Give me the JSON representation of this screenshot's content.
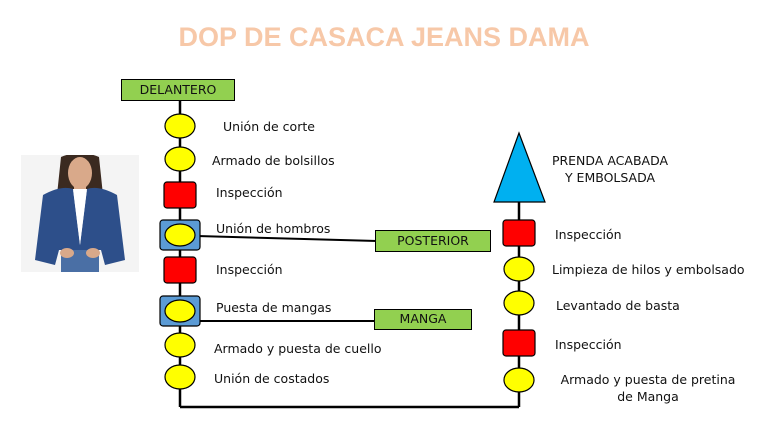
{
  "title": "DOP DE CASACA JEANS DAMA",
  "tags": {
    "delantero": "DELANTERO",
    "posterior": "POSTERIOR",
    "manga": "MANGA"
  },
  "left_steps": [
    "Unión de corte",
    "Armado de bolsillos",
    "Inspección",
    "Unión de hombros",
    "Inspección",
    "Puesta de mangas",
    "Armado y puesta de cuello",
    "Unión de costados"
  ],
  "right_steps": [
    "Inspección",
    "Limpieza de hilos y embolsado",
    "Levantado de basta",
    "Inspección"
  ],
  "right_last": {
    "line1": "Armado y puesta de pretina",
    "line2": "de Manga"
  },
  "final": {
    "line1": "PRENDA ACABADA",
    "line2": "Y EMBOLSADA"
  },
  "colors": {
    "operation": "#ffff00",
    "inspection": "#ff0000",
    "combined_frame": "#5b9bd5",
    "tag": "#92d050",
    "final_triangle": "#00b0f0",
    "title": "#f7c8a8"
  },
  "photo_icon": "woman-in-denim-jacket-photo"
}
